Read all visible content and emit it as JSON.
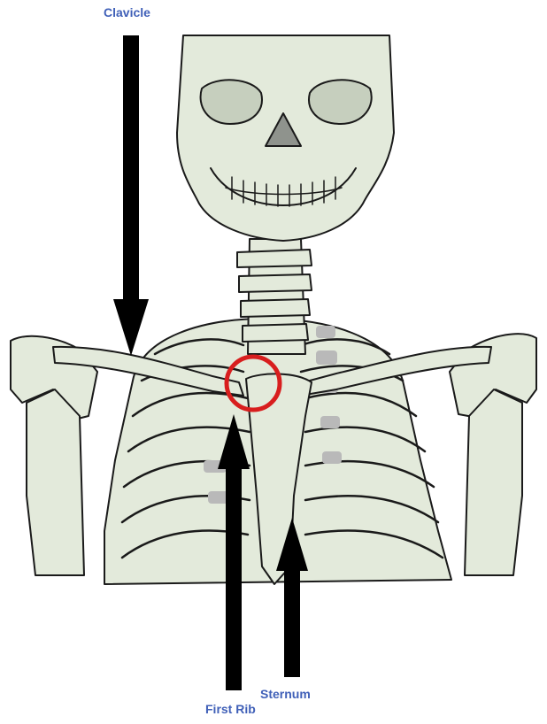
{
  "labels": {
    "clavicle": "Clavicle",
    "first_rib": "First Rib",
    "sternum": "Sternum"
  },
  "colors": {
    "label_text": "#4060b8",
    "bone_fill": "#e3eadb",
    "bone_shadow": "#c6cfbe",
    "outline": "#1a1a1a",
    "arrow": "#000000",
    "highlight_circle": "#d81e1e",
    "cartilage": "#b9b9b9"
  },
  "icons": {
    "arrows": "black-arrow-icon",
    "highlight": "red-circle-icon"
  }
}
